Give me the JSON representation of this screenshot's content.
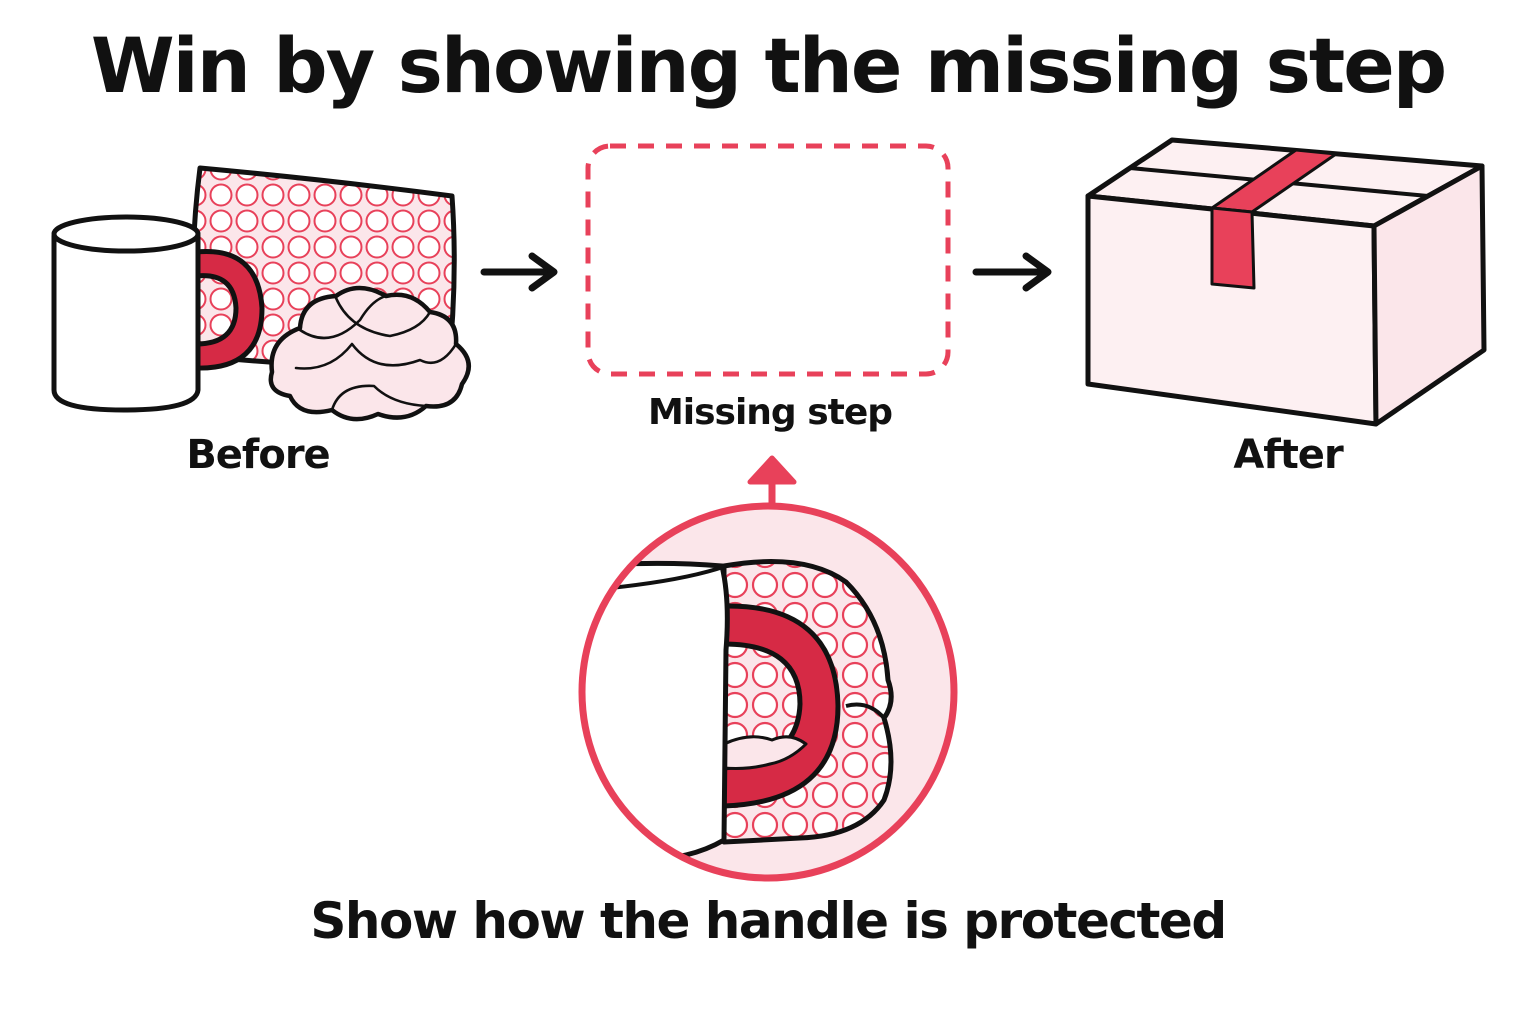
{
  "title": "Win by showing the missing step",
  "steps": {
    "before": "Before",
    "missing": "Missing step",
    "after": "After"
  },
  "caption": "Show how the handle is protected",
  "colors": {
    "accent": "#e8415a",
    "handle": "#d62a45",
    "pale_pink": "#fbe6ea",
    "box_fill": "#fdf0f2",
    "outline": "#111111"
  },
  "icons": {
    "before": "mug-with-bubble-wrap-and-crumpled-paper-icon",
    "missing": "empty-dashed-placeholder",
    "after": "taped-shipping-box-icon",
    "zoom": "magnified-wrapped-mug-handle-icon"
  }
}
